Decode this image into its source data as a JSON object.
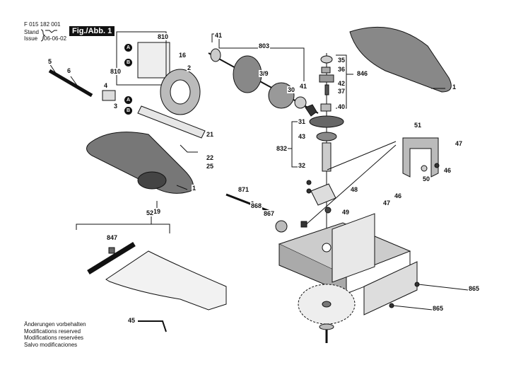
{
  "header": {
    "part_number": "F 015 182 001",
    "stand_label": "Stand",
    "issue_label": "Issue",
    "issue_date": "06-06-02",
    "figure_label": "Fig./Abb. 1"
  },
  "notes": [
    "Änderungen vorbehalten",
    "Modifications reserved",
    "Modifications reservées",
    "Salvo modificaciones"
  ],
  "callouts": {
    "c810a": "810",
    "c16": "16",
    "cA1": "A",
    "cB1": "B",
    "c810b": "810",
    "c2": "2",
    "c5": "5",
    "c6": "6",
    "c4": "4",
    "c3": "3",
    "cA2": "A",
    "cB2": "B",
    "c21": "21",
    "c22": "22",
    "c25": "25",
    "c1a": "1",
    "c19": "19",
    "c41a": "41",
    "c803": "803",
    "c39": "3/9",
    "c41b": "41",
    "c30": "30",
    "c35": "35",
    "c36": "36",
    "c846": "846",
    "c42": "42",
    "c37": "37",
    "c40": "40",
    "c31": "31",
    "c43": "43",
    "c832": "832",
    "c32": "32",
    "c1b": "1",
    "c51": "51",
    "c47a": "47",
    "c46a": "46",
    "c50": "50",
    "c48": "48",
    "c46b": "46",
    "c47b": "47",
    "c49": "49",
    "c871": "871",
    "c868": "868",
    "c867": "867",
    "c865a": "865",
    "c865b": "865",
    "c52": "52",
    "c847": "847",
    "c45": "45"
  }
}
